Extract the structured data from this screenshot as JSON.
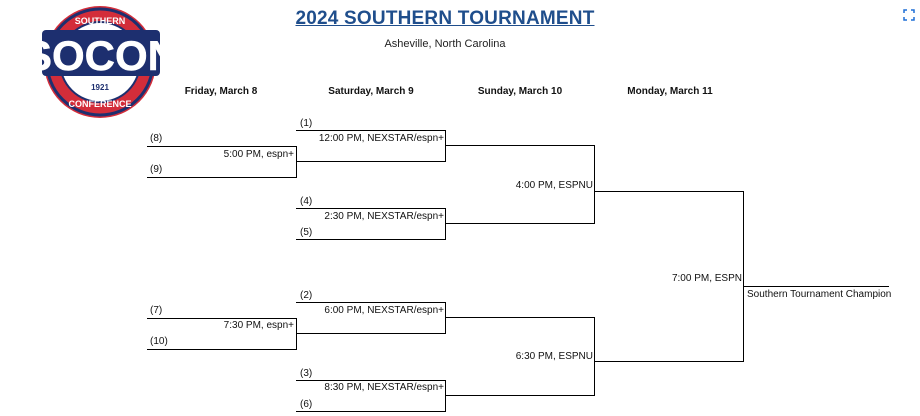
{
  "header": {
    "title": "2024 SOUTHERN TOURNAMENT",
    "location": "Asheville, North Carolina"
  },
  "logo": {
    "top_text": "SOUTHERN",
    "main_text": "SOCON",
    "year": "1921",
    "bottom_text": "CONFERENCE",
    "colors": {
      "navy": "#1d2f6f",
      "red": "#d32d3a",
      "white": "#ffffff"
    }
  },
  "days": [
    "Friday, March 8",
    "Saturday, March 9",
    "Sunday, March 10",
    "Monday, March 11"
  ],
  "seeds": {
    "s1": "(1)",
    "s2": "(2)",
    "s3": "(3)",
    "s4": "(4)",
    "s5": "(5)",
    "s6": "(6)",
    "s7": "(7)",
    "s8": "(8)",
    "s9": "(9)",
    "s10": "(10)"
  },
  "games": {
    "fri_top": "5:00 PM, espn+",
    "fri_bottom": "7:30 PM, espn+",
    "sat_1": "12:00 PM, NEXSTAR/espn+",
    "sat_2": "2:30 PM, NEXSTAR/espn+",
    "sat_3": "6:00 PM, NEXSTAR/espn+",
    "sat_4": "8:30 PM, NEXSTAR/espn+",
    "sun_top": "4:00 PM, ESPNU",
    "sun_bottom": "6:30 PM, ESPNU",
    "final": "7:00 PM, ESPN"
  },
  "champion_label": "Southern Tournament Champion",
  "accent_color": "#1f4e8c"
}
